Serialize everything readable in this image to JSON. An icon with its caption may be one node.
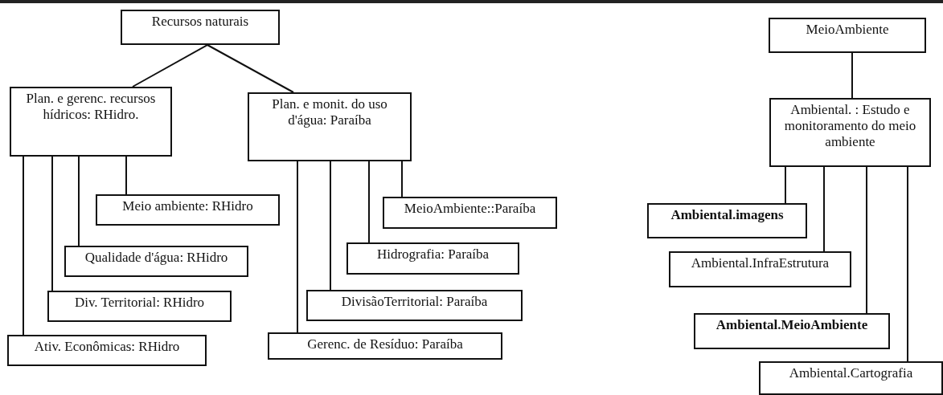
{
  "diagram": {
    "nodes": [
      {
        "text": [
          "Recursos naturais"
        ]
      },
      {
        "text": [
          "Plan. e gerenc. recursos hídricos: RHidro."
        ]
      },
      {
        "text": [
          "Plan. e monit. do uso d'água: Paraíba"
        ]
      },
      {
        "text": [
          "Meio ambiente: RHidro"
        ]
      },
      {
        "text": [
          "Qualidade d'água: RHidro"
        ]
      },
      {
        "text": [
          "Div. Territorial: RHidro"
        ]
      },
      {
        "text": [
          "Ativ. Econômicas: RHidro"
        ]
      },
      {
        "text": [
          "MeioAmbiente::Paraíba"
        ]
      },
      {
        "text": [
          "Hidrografia: Paraíba"
        ]
      },
      {
        "text": [
          "DivisãoTerritorial: Paraíba"
        ]
      },
      {
        "text": [
          "Gerenc. de Resíduo: Paraíba"
        ]
      },
      {
        "text": [
          "MeioAmbiente"
        ]
      },
      {
        "text": [
          "Ambiental. : Estudo e monitoramento do meio ambiente"
        ]
      },
      {
        "text": [
          "Ambiental.imagens"
        ]
      },
      {
        "text": [
          "Ambiental.InfraEstrutura"
        ]
      },
      {
        "text": [
          "Ambiental.MeioAmbiente"
        ]
      },
      {
        "text": [
          "Ambiental.Cartografia"
        ]
      }
    ],
    "edges": [
      {
        "from": 0,
        "to": 1,
        "arrow": "none"
      },
      {
        "from": 0,
        "to": 2,
        "arrow": "none"
      },
      {
        "from": 1,
        "to": 6,
        "arrow": "none"
      },
      {
        "from": 1,
        "to": 5,
        "arrow": "none"
      },
      {
        "from": 1,
        "to": 4,
        "arrow": "none"
      },
      {
        "from": 1,
        "to": 3,
        "arrow": "none"
      },
      {
        "from": 2,
        "to": 10,
        "arrow": "none"
      },
      {
        "from": 2,
        "to": 9,
        "arrow": "none"
      },
      {
        "from": 2,
        "to": 8,
        "arrow": "none"
      },
      {
        "from": 2,
        "to": 7,
        "arrow": "none"
      },
      {
        "from": 11,
        "to": 12,
        "arrow": "none"
      },
      {
        "from": 12,
        "to": 13,
        "arrow": "none"
      },
      {
        "from": 12,
        "to": 14,
        "arrow": "none"
      },
      {
        "from": 12,
        "to": 15,
        "arrow": "none"
      },
      {
        "from": 12,
        "to": 16,
        "arrow": "none"
      }
    ]
  }
}
